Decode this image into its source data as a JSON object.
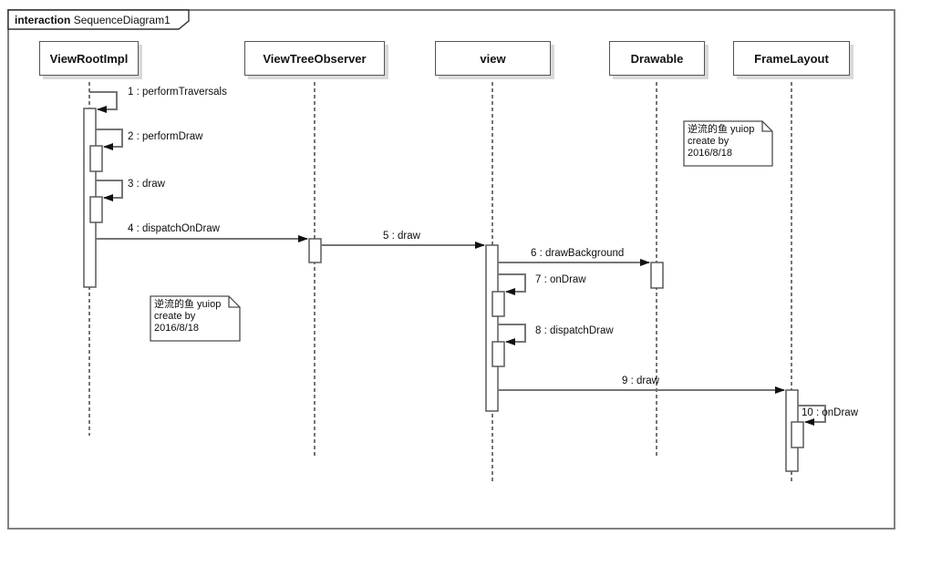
{
  "frame": {
    "keyword": "interaction",
    "title": "SequenceDiagram1"
  },
  "lifelines": [
    {
      "label": "ViewRootImpl"
    },
    {
      "label": "ViewTreeObserver"
    },
    {
      "label": "view"
    },
    {
      "label": "Drawable"
    },
    {
      "label": "FrameLayout"
    }
  ],
  "messages": [
    {
      "label": "1 : performTraversals",
      "from": "ViewRootImpl",
      "to": "ViewRootImpl",
      "kind": "self"
    },
    {
      "label": "2 : performDraw",
      "from": "ViewRootImpl",
      "to": "ViewRootImpl",
      "kind": "self"
    },
    {
      "label": "3 : draw",
      "from": "ViewRootImpl",
      "to": "ViewRootImpl",
      "kind": "self"
    },
    {
      "label": "4 : dispatchOnDraw",
      "from": "ViewRootImpl",
      "to": "ViewTreeObserver",
      "kind": "call"
    },
    {
      "label": "5 : draw",
      "from": "ViewTreeObserver",
      "to": "view",
      "kind": "call"
    },
    {
      "label": "6 : drawBackground",
      "from": "view",
      "to": "Drawable",
      "kind": "call"
    },
    {
      "label": "7 : onDraw",
      "from": "view",
      "to": "view",
      "kind": "self"
    },
    {
      "label": "8 : dispatchDraw",
      "from": "view",
      "to": "view",
      "kind": "self"
    },
    {
      "label": "9 : draw",
      "from": "view",
      "to": "FrameLayout",
      "kind": "call"
    },
    {
      "label": "10 : onDraw",
      "from": "FrameLayout",
      "to": "FrameLayout",
      "kind": "self"
    }
  ],
  "notes": [
    {
      "text": "逆流的鱼 yuiop\ncreate by\n2016/8/18"
    },
    {
      "text": "逆流的鱼 yuiop\ncreate by\n2016/8/18"
    }
  ],
  "colors": {
    "frame_border": "#808080",
    "box_border": "#545454",
    "box_shadow": "#d9d9d9",
    "message_line": "#757575",
    "arrowhead": "#111111",
    "lifeline": "#1a1a1a",
    "background": "#ffffff",
    "text": "#0d0d0d"
  }
}
